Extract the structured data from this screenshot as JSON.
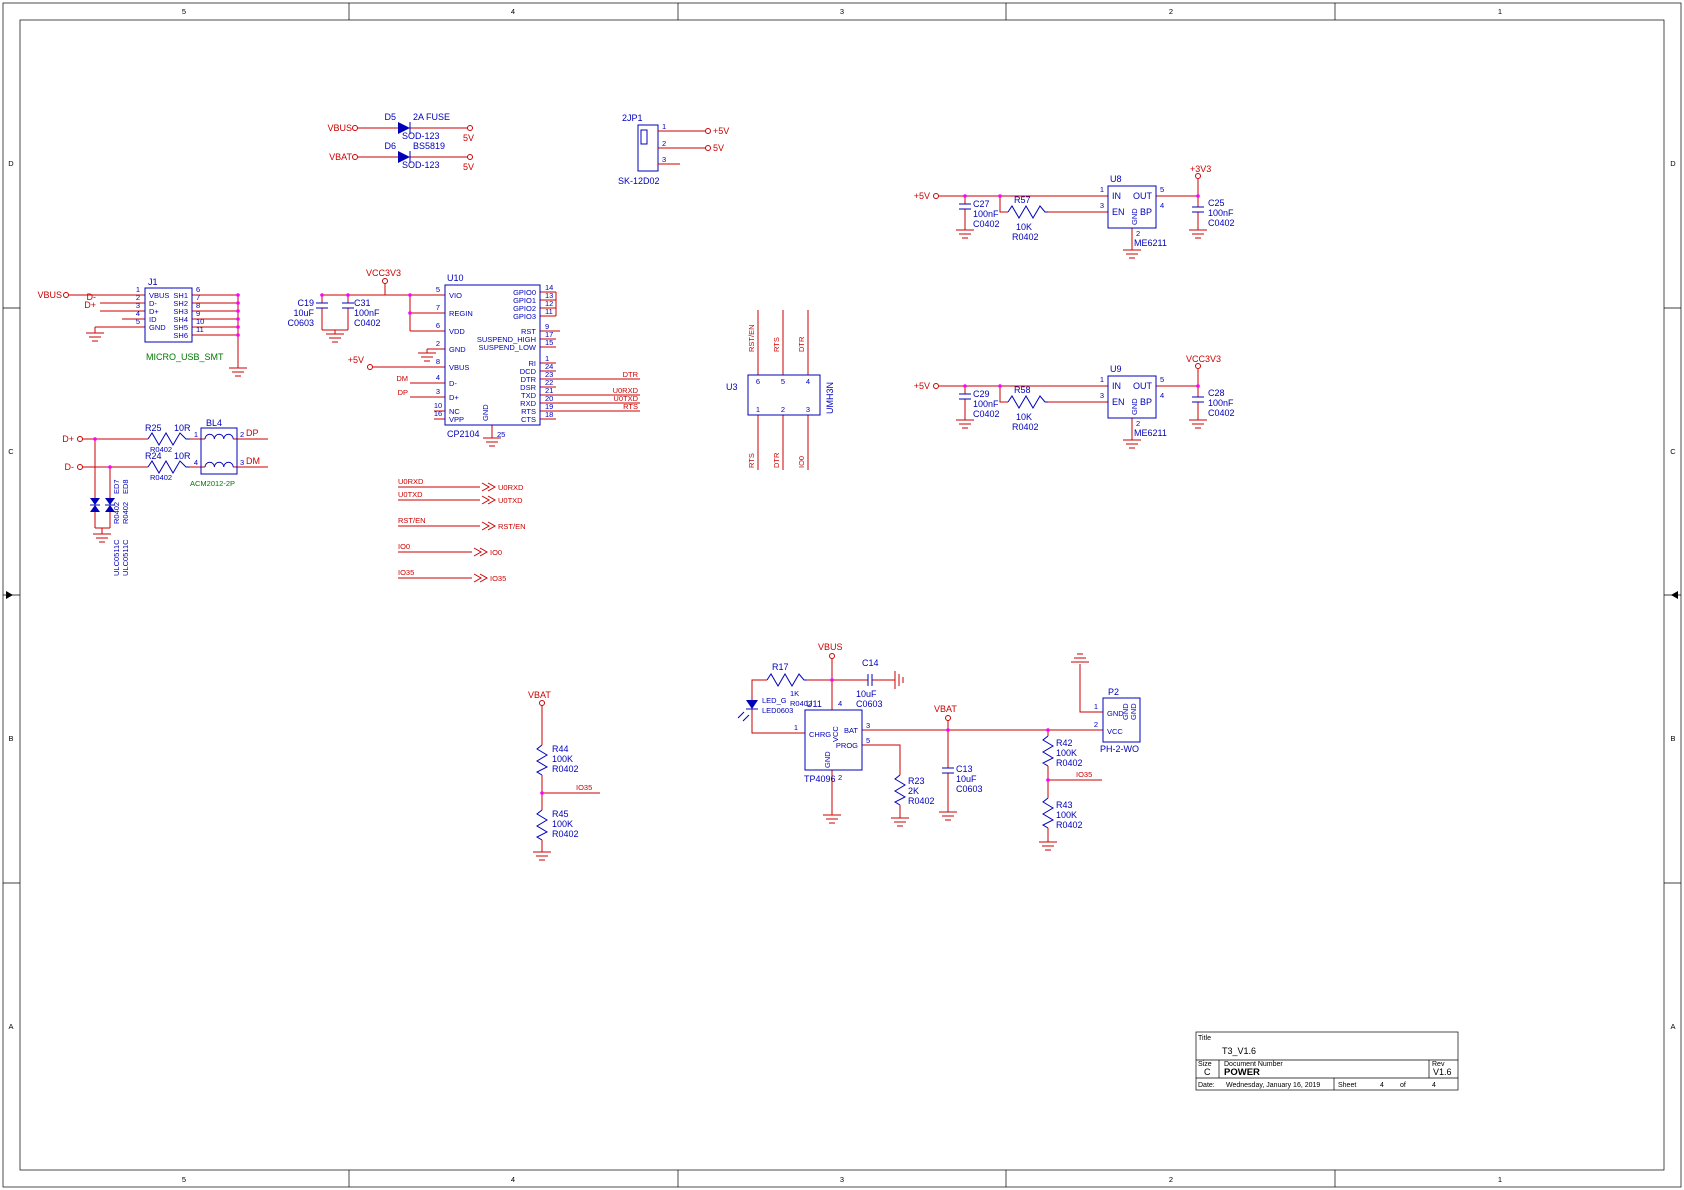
{
  "border": {
    "cols": [
      "5",
      "4",
      "3",
      "2",
      "1"
    ],
    "rows": [
      "D",
      "C",
      "B",
      "A"
    ]
  },
  "fuse": {
    "vbus": "VBUS",
    "vbat": "VBAT",
    "d5": {
      "ref": "D5",
      "part": "2A FUSE",
      "pkg": "SOD-123",
      "out": "5V"
    },
    "d6": {
      "ref": "D6",
      "part": "BS5819",
      "pkg": "SOD-123",
      "out": "5V"
    }
  },
  "jp1": {
    "ref": "2JP1",
    "part": "SK-12D02",
    "pins": [
      "1",
      "2",
      "3"
    ],
    "net1": "+5V",
    "net2": "5V"
  },
  "reg1": {
    "ref": "U8",
    "part": "ME6211",
    "vin": "+5V",
    "vout": "+3V3",
    "cin": {
      "ref": "C27",
      "val": "100nF",
      "pkg": "C0402"
    },
    "res": {
      "ref": "R57",
      "val": "10K",
      "pkg": "R0402"
    },
    "cout": {
      "ref": "C25",
      "val": "100nF",
      "pkg": "C0402"
    },
    "pin_in": "IN",
    "pin_out": "OUT",
    "pin_en": "EN",
    "pin_bp": "BP",
    "pin_gnd": "GND",
    "n_in": "1",
    "n_out": "5",
    "n_en": "3",
    "n_bp": "4",
    "n_gnd": "2"
  },
  "reg2": {
    "ref": "U9",
    "part": "ME6211",
    "vin": "+5V",
    "vout": "VCC3V3",
    "cin": {
      "ref": "C29",
      "val": "100nF",
      "pkg": "C0402"
    },
    "res": {
      "ref": "R58",
      "val": "10K",
      "pkg": "R0402"
    },
    "cout": {
      "ref": "C28",
      "val": "100nF",
      "pkg": "C0402"
    },
    "pin_in": "IN",
    "pin_out": "OUT",
    "pin_en": "EN",
    "pin_bp": "BP",
    "pin_gnd": "GND",
    "n_in": "1",
    "n_out": "5",
    "n_en": "3",
    "n_bp": "4",
    "n_gnd": "2"
  },
  "usb": {
    "ref": "J1",
    "part": "MICRO_USB_SMT",
    "net_vbus": "VBUS",
    "net_dm": "D-",
    "net_dp": "D+",
    "left": [
      {
        "n": "1",
        "label": "VBUS"
      },
      {
        "n": "2",
        "label": "D-"
      },
      {
        "n": "3",
        "label": "D+"
      },
      {
        "n": "4",
        "label": "ID"
      },
      {
        "n": "5",
        "label": "GND"
      }
    ],
    "right": [
      {
        "n": "6",
        "label": "SH1"
      },
      {
        "n": "7",
        "label": "SH2"
      },
      {
        "n": "8",
        "label": "SH3"
      },
      {
        "n": "9",
        "label": "SH4"
      },
      {
        "n": "10",
        "label": "SH5"
      },
      {
        "n": "11",
        "label": "SH6"
      }
    ]
  },
  "u10": {
    "ref": "U10",
    "part": "CP2104",
    "pwr": "VCC3V3",
    "v5": "+5V",
    "c19": {
      "ref": "C19",
      "val": "10uF",
      "pkg": "C0603"
    },
    "c31": {
      "ref": "C31",
      "val": "100nF",
      "pkg": "C0402"
    },
    "left": [
      {
        "n": "5",
        "label": "VIO"
      },
      {
        "n": "7",
        "label": "REGIN"
      },
      {
        "n": "6",
        "label": "VDD"
      },
      {
        "n": "2",
        "label": "GND"
      },
      {
        "n": "8",
        "label": "VBUS"
      },
      {
        "n": "4",
        "label": "D-"
      },
      {
        "n": "3",
        "label": "D+"
      },
      {
        "n": "10",
        "label": "NC"
      },
      {
        "n": "16",
        "label": "VPP"
      }
    ],
    "right": [
      {
        "n": "14",
        "label": "GPIO0"
      },
      {
        "n": "13",
        "label": "GPIO1"
      },
      {
        "n": "12",
        "label": "GPIO2"
      },
      {
        "n": "11",
        "label": "GPIO3"
      },
      {
        "n": "9",
        "label": "RST"
      },
      {
        "n": "17",
        "label": "SUSPEND_HIGH"
      },
      {
        "n": "15",
        "label": "SUSPEND_LOW"
      },
      {
        "n": "1",
        "label": "RI"
      },
      {
        "n": "24",
        "label": "DCD"
      },
      {
        "n": "23",
        "label": "DTR"
      },
      {
        "n": "22",
        "label": "DSR"
      },
      {
        "n": "21",
        "label": "TXD"
      },
      {
        "n": "20",
        "label": "RXD"
      },
      {
        "n": "19",
        "label": "RTS"
      },
      {
        "n": "18",
        "label": "CTS"
      }
    ],
    "gnd_n": "25",
    "gnd_label": "GND",
    "net_dm": "DM",
    "net_dp": "DP",
    "net_dtr": "DTR",
    "net_u0rxd": "U0RXD",
    "net_u0txd": "U0TXD",
    "net_rts": "RTS"
  },
  "u3": {
    "ref": "U3",
    "part": "UMH3N",
    "top_nets": [
      "RST/EN",
      "RTS",
      "DTR"
    ],
    "bot_nets": [
      "RTS",
      "DTR",
      "IO0"
    ],
    "top_pins": [
      "6",
      "5",
      "4"
    ],
    "bot_pins": [
      "1",
      "2",
      "3"
    ]
  },
  "esd": {
    "in_dp": "D+",
    "in_dm": "D-",
    "out_dp": "DP",
    "out_dm": "DM",
    "r25": {
      "ref": "R25",
      "val": "10R",
      "pkg": "R0402"
    },
    "r24": {
      "ref": "R24",
      "val": "10R",
      "pkg": "R0402"
    },
    "bl4": {
      "ref": "BL4",
      "part": "ACM2012-2P",
      "p1": "1",
      "p2": "2",
      "p3": "3",
      "p4": "4"
    },
    "ed7": {
      "ref": "ED7",
      "part": "ULC0511C",
      "pkg": "R0402"
    },
    "ed8": {
      "ref": "ED8",
      "part": "ULC0511C",
      "pkg": "R0402"
    }
  },
  "stubs": [
    {
      "a": "U0RXD",
      "b": "U0RXD"
    },
    {
      "a": "U0TXD",
      "b": "U0TXD"
    },
    {
      "a": "RST/EN",
      "b": "RST/EN"
    },
    {
      "a": "IO0",
      "b": "IO0"
    },
    {
      "a": "IO35",
      "b": "IO35"
    }
  ],
  "divider": {
    "net": "VBAT",
    "tap": "IO35",
    "r44": {
      "ref": "R44",
      "val": "100K",
      "pkg": "R0402"
    },
    "r45": {
      "ref": "R45",
      "val": "100K",
      "pkg": "R0402"
    }
  },
  "charger": {
    "vbus": "VBUS",
    "vbat": "VBAT",
    "io35": "IO35",
    "r17": {
      "ref": "R17",
      "val": "1K",
      "pkg": "R0402"
    },
    "led": {
      "ref": "LED_G",
      "pkg": "LED0603"
    },
    "c14": {
      "ref": "C14",
      "val": "10uF",
      "pkg": "C0603"
    },
    "u11": {
      "ref": "U11",
      "part": "TP4096",
      "chrg": "CHRG",
      "vcc": "VCC",
      "bat": "BAT",
      "prog": "PROG",
      "gnd": "GND",
      "n_chrg": "1",
      "n_vcc": "4",
      "n_bat": "3",
      "n_prog": "5",
      "n_gnd": "2"
    },
    "r23": {
      "ref": "R23",
      "val": "2K",
      "pkg": "R0402"
    },
    "c13": {
      "ref": "C13",
      "val": "10uF",
      "pkg": "C0603"
    },
    "r42": {
      "ref": "R42",
      "val": "100K",
      "pkg": "R0402"
    },
    "r43": {
      "ref": "R43",
      "val": "100K",
      "pkg": "R0402"
    },
    "p2": {
      "ref": "P2",
      "part": "PH-2-WO",
      "n1": "1",
      "n2": "2",
      "gnd": "GND",
      "vcc": "VCC",
      "gnd2": "GND",
      "gnd3": "GND"
    }
  },
  "titleblock": {
    "title_label": "Title",
    "title": "T3_V1.6",
    "size_label": "Size",
    "size": "C",
    "doc_label": "Document Number",
    "doc": "POWER",
    "rev_label": "Rev",
    "rev": "V1.6",
    "date_label": "Date:",
    "date": "Wednesday, January 16, 2019",
    "sheet_label": "Sheet",
    "sheet": "4",
    "of": "of",
    "total": "4"
  }
}
